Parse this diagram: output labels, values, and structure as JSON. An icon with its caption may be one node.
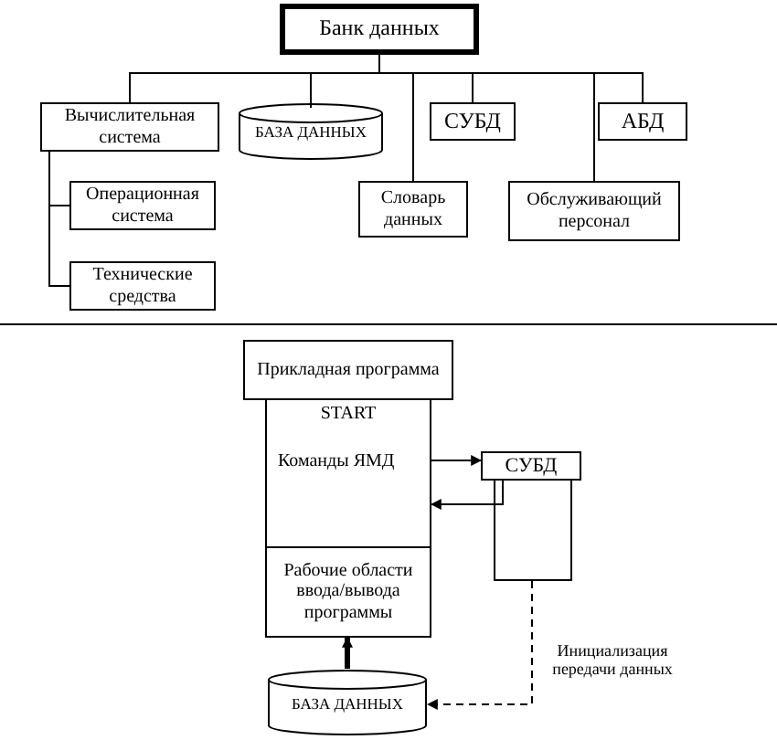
{
  "diagram": {
    "nodes": [
      {
        "text": [
          "Банк данных"
        ]
      },
      {
        "text": [
          "Вычислительная система"
        ]
      },
      {
        "text": [
          "БАЗА ДАННЫХ"
        ]
      },
      {
        "text": [
          "СУБД"
        ]
      },
      {
        "text": [
          "АБД"
        ]
      },
      {
        "text": [
          "Словарь данных"
        ]
      },
      {
        "text": [
          "Обслуживающий персонал"
        ]
      },
      {
        "text": [
          "Операционная система"
        ]
      },
      {
        "text": [
          "Технические средства"
        ]
      },
      {
        "text": [
          "Прикладная программа"
        ]
      },
      {
        "text": [
          "START",
          "Команды ЯМД"
        ]
      },
      {
        "text": [
          "Рабочие области ввода/вывода программы"
        ]
      },
      {
        "text": [
          "СУБД"
        ]
      },
      {
        "text": [],
        "shape": "box"
      },
      {
        "text": [
          "БАЗА ДАННЫХ"
        ]
      }
    ],
    "edges": [
      {
        "from": 0,
        "to": 1,
        "arrow": "none"
      },
      {
        "from": 0,
        "to": 2,
        "arrow": "none"
      },
      {
        "from": 0,
        "to": 3,
        "arrow": "none"
      },
      {
        "from": 0,
        "to": 4,
        "arrow": "none"
      },
      {
        "from": 0,
        "to": 5,
        "arrow": "none"
      },
      {
        "from": 0,
        "to": 6,
        "arrow": "none"
      },
      {
        "from": 1,
        "to": 7,
        "arrow": "none"
      },
      {
        "from": 1,
        "to": 8,
        "arrow": "none"
      },
      {
        "from": 10,
        "to": 12,
        "arrow": "to"
      },
      {
        "from": 13,
        "to": 10,
        "arrow": "to"
      },
      {
        "from": 13,
        "to": 14,
        "arrow": "to",
        "style": "dashed",
        "label": "Инициализация передачи данных"
      },
      {
        "from": 14,
        "to": 11,
        "arrow": "to",
        "style": "thick"
      }
    ]
  }
}
